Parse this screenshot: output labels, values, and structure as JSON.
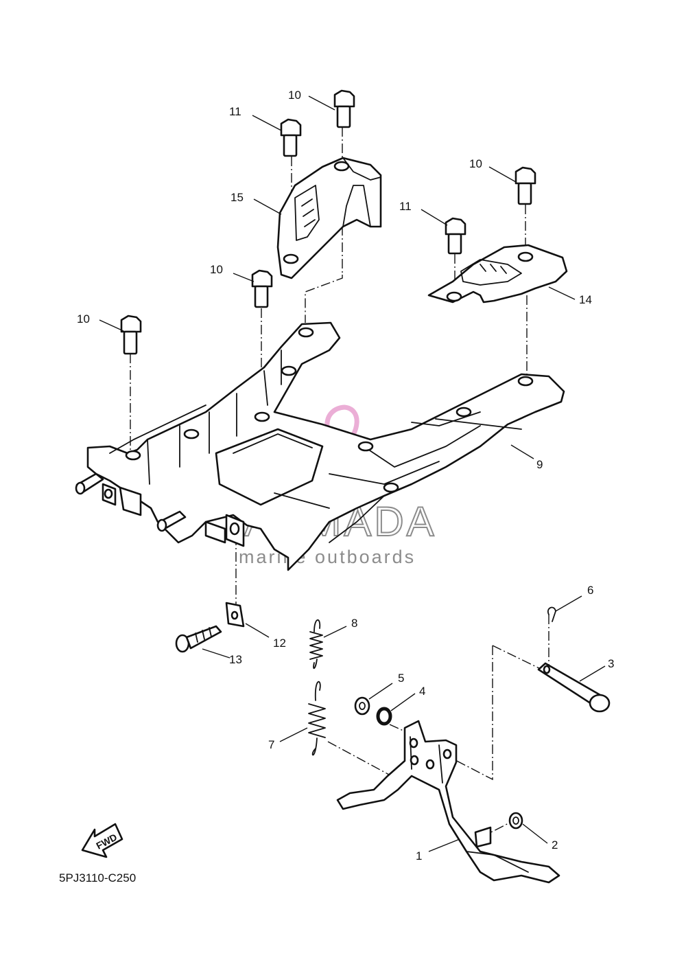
{
  "diagram_code": "5PJ3110-C250",
  "fwd_label": "FWD",
  "watermark": {
    "brand": "ARMADA",
    "tagline": "marine outboards",
    "logo_color": "#e8a0cf",
    "text_color": "#8c8c8c"
  },
  "callouts": [
    "1",
    "2",
    "3",
    "4",
    "5",
    "6",
    "7",
    "8",
    "9",
    "10",
    "11",
    "12",
    "13",
    "14",
    "15"
  ]
}
